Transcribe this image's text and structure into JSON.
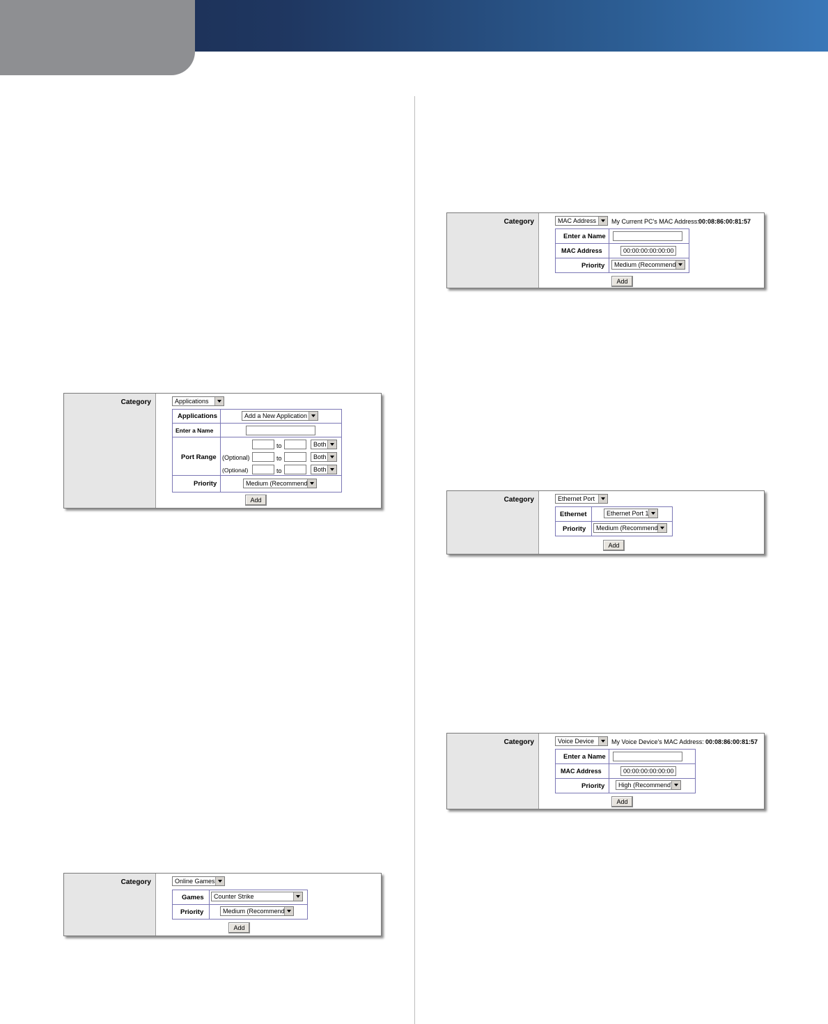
{
  "page": {
    "colors": {
      "header_dark": "#1b2a4d",
      "header_light": "#3977b8",
      "header_tab": "#8e8f92",
      "table_border": "#7b77b5"
    }
  },
  "applications_panel": {
    "category_label": "Category",
    "category_value": "Applications",
    "applications_label": "Applications",
    "applications_value": "Add a New Application",
    "enter_name_label": "Enter a Name",
    "port_range_label": "Port Range",
    "optional_label": "(Optional)",
    "to_label": "to",
    "protocol_value": "Both",
    "priority_label": "Priority",
    "priority_value": "Medium (Recommend)",
    "add_button": "Add"
  },
  "online_games_panel": {
    "category_label": "Category",
    "category_value": "Online Games",
    "games_label": "Games",
    "games_value": "Counter Strike",
    "priority_label": "Priority",
    "priority_value": "Medium (Recommend)",
    "add_button": "Add"
  },
  "mac_panel": {
    "category_label": "Category",
    "category_value": "MAC Address",
    "current_mac_label": "My Current PC's MAC Address:",
    "current_mac_value": "00:08:86:00:81:57",
    "enter_name_label": "Enter a Name",
    "mac_label": "MAC Address",
    "mac_value": "00:00:00:00:00:00",
    "priority_label": "Priority",
    "priority_value": "Medium (Recommend)",
    "add_button": "Add"
  },
  "ethernet_panel": {
    "category_label": "Category",
    "category_value": "Ethernet Port",
    "ethernet_label": "Ethernet",
    "ethernet_value": "Ethernet Port 1",
    "priority_label": "Priority",
    "priority_value": "Medium (Recommend)",
    "add_button": "Add"
  },
  "voice_panel": {
    "category_label": "Category",
    "category_value": "Voice Device",
    "voice_mac_label": "My Voice Device's MAC Address:",
    "voice_mac_value": "00:08:86:00:81:57",
    "enter_name_label": "Enter a Name",
    "mac_label": "MAC Address",
    "mac_value": "00:00:00:00:00:00",
    "priority_label": "Priority",
    "priority_value": "High (Recommend)",
    "add_button": "Add"
  }
}
